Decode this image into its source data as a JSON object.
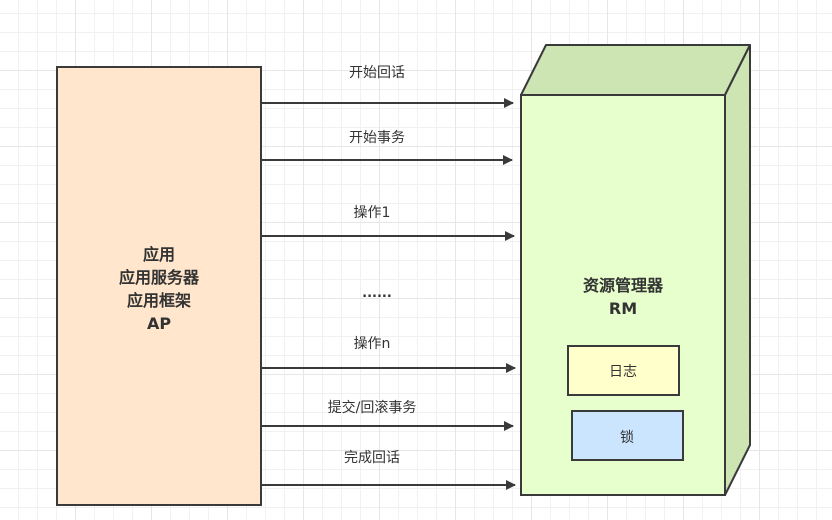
{
  "colors": {
    "ap_fill": "#ffe6cc",
    "rm_front": "#e6ffcc",
    "rm_side": "#cde4b3",
    "log_fill": "#ffffcc",
    "lock_fill": "#cce5ff",
    "stroke": "#3a3a3a"
  },
  "ap": {
    "lines": [
      "应用",
      "应用服务器",
      "应用框架",
      "AP"
    ]
  },
  "rm": {
    "lines": [
      "资源管理器",
      "RM"
    ],
    "log_label": "日志",
    "lock_label": "锁"
  },
  "arrows": [
    {
      "label": "开始回话"
    },
    {
      "label": "开始事务"
    },
    {
      "label": "操作1"
    },
    {
      "label": "操作n"
    },
    {
      "label": "提交/回滚事务"
    },
    {
      "label": "完成回话"
    }
  ],
  "ellipsis": "......"
}
